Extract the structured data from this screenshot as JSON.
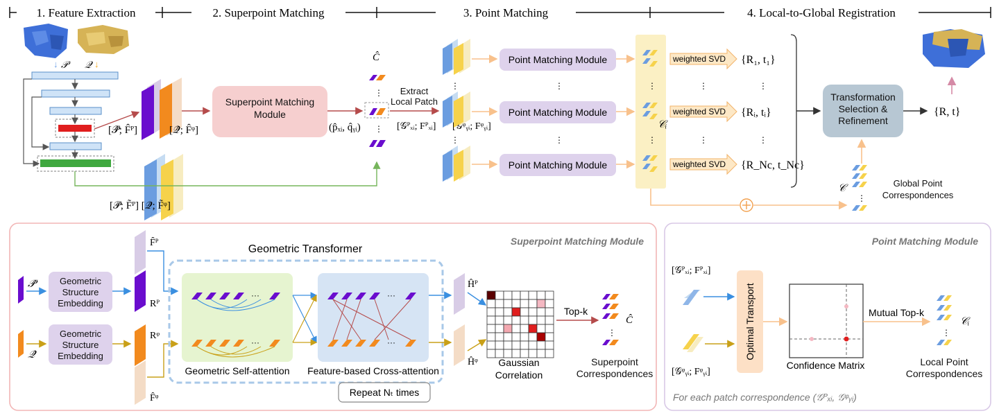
{
  "stages": [
    "1. Feature Extraction",
    "2. Superpoint Matching",
    "3. Point Matching",
    "4. Local-to-Global Registration"
  ],
  "top": {
    "input_p": "𝒫",
    "input_q": "𝒬",
    "feat_p": "[𝒫̂; F̂ᴾ]",
    "feat_q": "[𝒬̂; F̂ᵠ]",
    "feat_dense": "[𝒫̃; F̃ᴾ] [𝒬̃; F̃ᵠ]",
    "spm_label": "Superpoint Matching Module",
    "pair": "(p̂ₓᵢ, q̂ᵧᵢ)",
    "c_hat": "Ĉ",
    "extract": "Extract Local Patch",
    "patch_p": "[𝒢ᴾₓᵢ; Fᴾₓᵢ]",
    "patch_q": "[𝒢ᵠᵧᵢ; Fᵠᵧᵢ]",
    "pmm_label": "Point Matching Module",
    "svd_label": "weighted SVD",
    "rt1": "{R₁, t₁}",
    "rti": "{Rᵢ, tᵢ}",
    "rtn": "{R_Nc, t_Nc}",
    "ci": "𝒞ᵢ",
    "c_global": "𝒞",
    "gpc": "Global Point Correspondences",
    "tsr": "Transformation Selection & Refinement",
    "rt_final": "{R, t}",
    "dots": "⋮"
  },
  "spm_panel": {
    "title": "Superpoint Matching Module",
    "gt_title": "Geometric Transformer",
    "p_hat": "𝒫̂",
    "q_hat": "𝒬̂",
    "gse": "Geometric Structure Embedding",
    "f_p": "F̂ᴾ",
    "f_q": "F̂ᵠ",
    "r_p": "Rᴾ",
    "r_q": "Rᵠ",
    "self_attn": "Geometric Self-attention",
    "cross_attn": "Feature-based Cross-attention",
    "repeat": "Repeat Nₜ times",
    "h_p": "Ĥᴾ",
    "h_q": "Ĥᵠ",
    "gauss": "Gaussian Correlation",
    "topk": "Top-k",
    "c_hat": "Ĉ",
    "spc": "Superpoint Correspondences"
  },
  "pmm_panel": {
    "title": "Point Matching Module",
    "in_p": "[𝒢ᴾₓᵢ; Fᴾₓᵢ]",
    "in_q": "[𝒢ᵠᵧᵢ; Fᵠᵧᵢ]",
    "ot": "Optimal Transport",
    "cm": "Confidence Matrix",
    "mtopk": "Mutual Top-k",
    "ci": "𝒞ᵢ",
    "lpc": "Local Point Correspondences",
    "footer": "For each patch correspondence (𝒢ᴾₓᵢ, 𝒢ᵠᵧᵢ)"
  },
  "colors": {
    "purple": "#6a0dce",
    "orange": "#f28a1e",
    "blue": "#6b9de0",
    "yellow": "#f6d24b",
    "pink_box": "#f6cfcf",
    "lav_box": "#ded2ec",
    "gray_box": "#b7c7d3",
    "red_arrow": "#b54b4b",
    "green": "#76b55b",
    "light_orange": "#f8c18c"
  }
}
